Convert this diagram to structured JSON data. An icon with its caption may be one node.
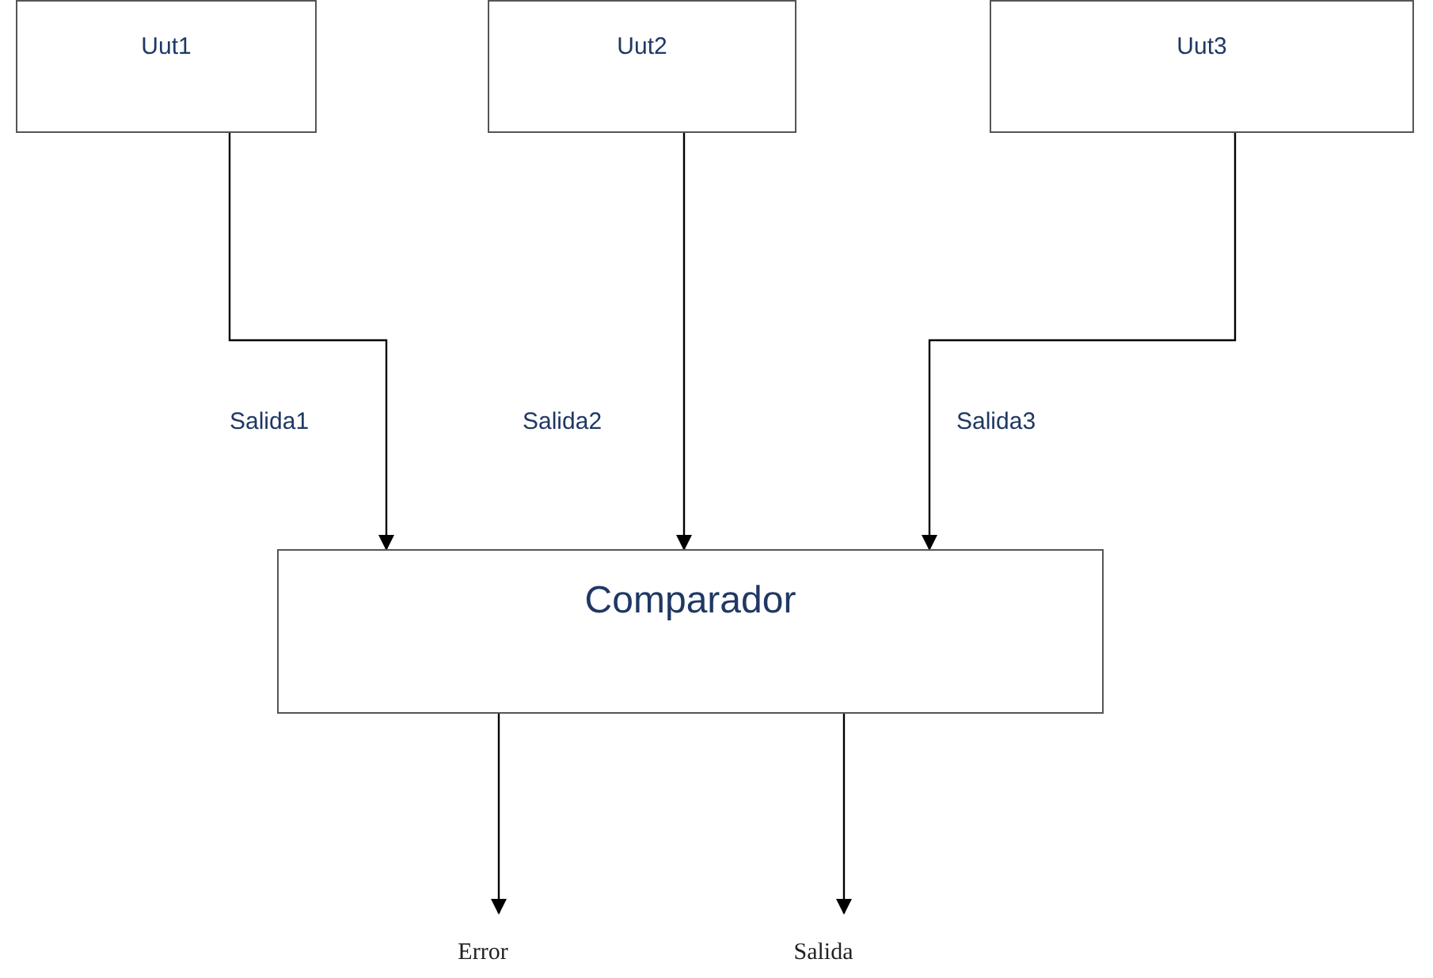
{
  "diagram": {
    "nodes": [
      {
        "text": [
          "Uut1"
        ]
      },
      {
        "text": [
          "Uut2"
        ]
      },
      {
        "text": [
          "Uut3"
        ]
      },
      {
        "text": [
          "Comparador"
        ]
      },
      {
        "text": [
          "Error"
        ]
      },
      {
        "text": [
          "Salida"
        ]
      }
    ],
    "edges": [
      {
        "from": 0,
        "to": 3,
        "arrow": "to",
        "label": "Salida1"
      },
      {
        "from": 1,
        "to": 3,
        "arrow": "to",
        "label": "Salida2"
      },
      {
        "from": 2,
        "to": 3,
        "arrow": "to",
        "label": "Salida3"
      },
      {
        "from": 3,
        "to": 4,
        "arrow": "to"
      },
      {
        "from": 3,
        "to": 5,
        "arrow": "to"
      }
    ]
  }
}
